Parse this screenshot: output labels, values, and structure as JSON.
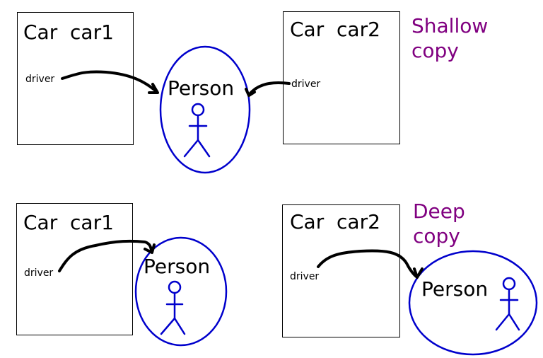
{
  "colors": {
    "person": "#0000cc",
    "caption": "#800080",
    "arrow": "#000000"
  },
  "shallow": {
    "caption_line1": "Shallow",
    "caption_line2": "copy",
    "car1": {
      "title": "Car  car1",
      "field": "driver"
    },
    "car2": {
      "title": "Car  car2",
      "field": "driver"
    },
    "person": {
      "label": "Person",
      "icon": "stick-figure-icon"
    }
  },
  "deep": {
    "caption_line1": "Deep",
    "caption_line2": "copy",
    "car1": {
      "title": "Car  car1",
      "field": "driver"
    },
    "car2": {
      "title": "Car  car2",
      "field": "driver"
    },
    "person1": {
      "label": "Person",
      "icon": "stick-figure-icon"
    },
    "person2": {
      "label": "Person",
      "icon": "stick-figure-icon"
    }
  }
}
